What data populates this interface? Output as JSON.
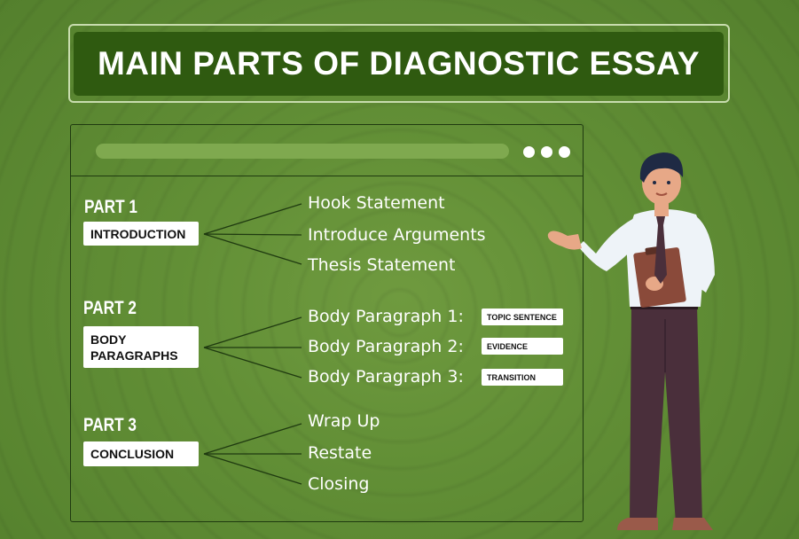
{
  "title": "MAIN PARTS OF DIAGNOSTIC ESSAY",
  "parts": [
    {
      "part": "PART 1",
      "section": "INTRODUCTION",
      "items": [
        "Hook Statement",
        "Introduce Arguments",
        "Thesis Statement"
      ]
    },
    {
      "part": "PART 2",
      "section_line1": "BODY",
      "section_line2": "PARAGRAPHS",
      "items": [
        "Body Paragraph 1:",
        "Body Paragraph 2:",
        "Body Paragraph 3:"
      ],
      "tags": [
        "TOPIC SENTENCE",
        "EVIDENCE",
        "TRANSITION"
      ]
    },
    {
      "part": "PART 3",
      "section": "CONCLUSION",
      "items": [
        "Wrap Up",
        "Restate",
        "Closing"
      ]
    }
  ],
  "colors": {
    "background": "#628f36",
    "title_box": "#2f5a10",
    "text": "#ffffff",
    "line": "#1f3a10"
  }
}
